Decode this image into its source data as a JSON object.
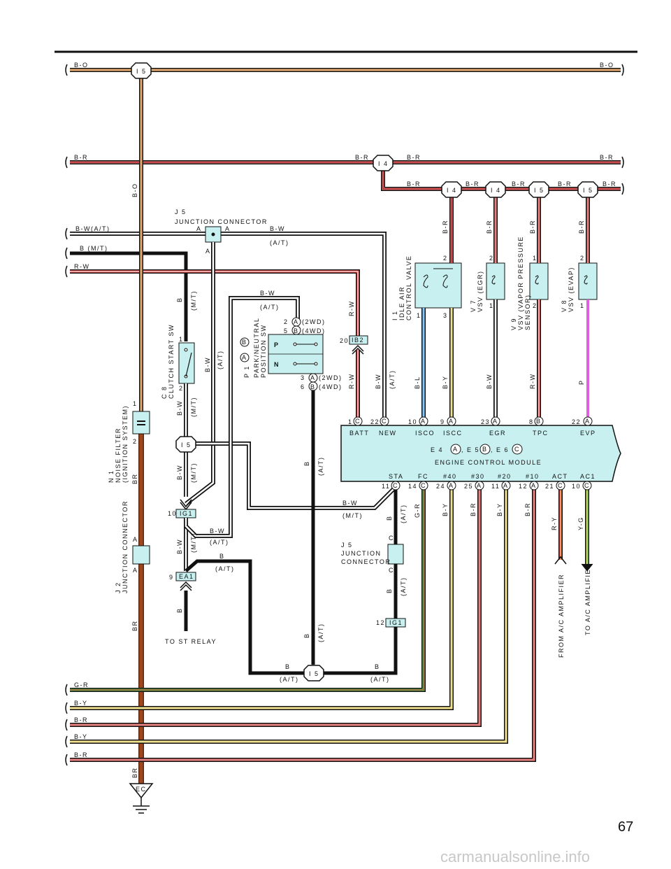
{
  "page_number": "67",
  "watermark": "carmanualsonline.info",
  "bus_wires": {
    "b_o_left": "B-O",
    "b_o_right": "B-O",
    "b_r_left": "B-R",
    "b_r_mid1": "B-R",
    "b_r_mid2": "B-R",
    "b_r_right": "B-R",
    "b_w_at": "B-W(A/T)",
    "b_mt": "B (M/T)",
    "r_w": "R-W",
    "g_r": "G-R",
    "b_y1": "B-Y",
    "b_r2": "B-R",
    "b_y2": "B-Y",
    "b_r3": "B-R"
  },
  "connectors": {
    "i5_top": "I 5",
    "i4_top": "I 4",
    "i4_a": "I 4",
    "i4_b": "I 4",
    "i5_a": "I 5",
    "i5_b": "I 5",
    "i5_left": "I 5",
    "i5_bottom": "I 5",
    "ec": "EC",
    "ig1_a": "IG1",
    "ea1": "EA1",
    "ig1_b": "IG1",
    "ib2": "IB2"
  },
  "components": {
    "j5_top_title": "J 5",
    "j5_top_name": "JUNCTION CONNECTOR",
    "c8_id": "C 8",
    "c8_name": "CLUTCH START SW",
    "n1_id": "N 1",
    "n1_name1": "NOISE FILTER",
    "n1_name2": "(IGNITION SYSTEM)",
    "j2_id": "J 2",
    "j2_name": "JUNCTION CONNECTOR",
    "p1_id": "P 1",
    "p1_name1": "PARK/NEUTRAL",
    "p1_name2": "POSITION SW",
    "p_label": "P",
    "n_label": "N",
    "i1_id": "I 1",
    "i1_name1": "IDLE AIR",
    "i1_name2": "CONTROL VALVE",
    "v7_id": "V 7",
    "v7_name": "VSV (EGR)",
    "v9_id": "V 9",
    "v9_name1": "VSV (VAPOR PRESSURE",
    "v9_name2": "SENSOR)",
    "v8_id": "V 8",
    "v8_name": "VSV (EVAP)",
    "j5_mid_title": "J 5",
    "j5_mid_name1": "JUNCTION",
    "j5_mid_name2": "CONNECTOR",
    "to_st_relay": "TO ST RELAY",
    "from_ac": "FROM A/C AMPLIFIER",
    "to_ac": "TO A/C AMPLIFIER"
  },
  "ecm": {
    "title1": "E 4",
    "title2": ", E 5",
    "title3": ", E 6",
    "circ_a": "A",
    "circ_b": "B",
    "circ_c": "C",
    "name": "ENGINE CONTROL MODULE",
    "top_pins": [
      {
        "num": "1",
        "conn": "C",
        "label": "BATT"
      },
      {
        "num": "22",
        "conn": "C",
        "label": "NEW"
      },
      {
        "num": "10",
        "conn": "A",
        "label": "ISCO"
      },
      {
        "num": "9",
        "conn": "A",
        "label": "ISCC"
      },
      {
        "num": "23",
        "conn": "A",
        "label": "EGR"
      },
      {
        "num": "8",
        "conn": "B",
        "label": "TPC"
      },
      {
        "num": "22",
        "conn": "A",
        "label": "EVP"
      }
    ],
    "bottom_pins": [
      {
        "num": "11",
        "conn": "C",
        "label": "STA"
      },
      {
        "num": "14",
        "conn": "C",
        "label": "FC"
      },
      {
        "num": "24",
        "conn": "A",
        "label": "#40"
      },
      {
        "num": "25",
        "conn": "A",
        "label": "#30"
      },
      {
        "num": "11",
        "conn": "A",
        "label": "#20"
      },
      {
        "num": "12",
        "conn": "A",
        "label": "#10"
      },
      {
        "num": "21",
        "conn": "C",
        "label": "ACT"
      },
      {
        "num": "10",
        "conn": "C",
        "label": "AC1"
      }
    ]
  },
  "wire_labels": {
    "b_o_vert": "B-O",
    "br1": "BR",
    "br2": "BR",
    "br3": "BR",
    "bw_at_top": "B-W",
    "at_top": "(A/T)",
    "bw_p": "B-W",
    "at_p": "(A/T)",
    "rw_vert": "R-W",
    "rw_vert2": "R-W",
    "bw_new": "B-W",
    "at_new": "(A/T)",
    "bl": "B-L",
    "by_iscc": "B-Y",
    "bw_egr": "B-W",
    "rw_tpc": "R-W",
    "p_evp": "P",
    "br_i4a": "B-R",
    "br_i4b": "B-R",
    "br_i5a": "B-R",
    "br_i5b": "B-R",
    "b_mt1": "B",
    "mt1": "(M/T)",
    "bw_c8": "B-W",
    "mt_c8": "(M/T)",
    "bw_a1": "B-W",
    "at_a1": "(A/T)",
    "bw_i5": "B-W",
    "mt_i5": "(M/T)",
    "bw_ig1": "B-W",
    "mt_ig1": "(M/T)",
    "bw_at2": "B-W",
    "at2": "(A/T)",
    "b_ea1": "B",
    "at_ea1": "(A/T)",
    "b_st": "B",
    "b_pn": "B",
    "at_pn": "(A/T)",
    "b_pn2": "B",
    "at_pn2": "(A/T)",
    "b_bot1": "B",
    "at_bot1": "(A/T)",
    "b_bot2": "B",
    "at_bot2": "(A/T)",
    "bw_sta": "B-W",
    "mt_sta": "(M/T)",
    "b_j5a": "B",
    "at_j5a": "(A/T)",
    "b_j5b": "B",
    "at_j5b": "(A/T)",
    "g_r_v": "G-R",
    "b_y_v1": "B-Y",
    "b_r_v1": "B-R",
    "b_y_v2": "B-Y",
    "b_r_v2": "B-R",
    "r_y_v": "R-Y",
    "y_g_v": "Y-G"
  },
  "pins": {
    "j5_a1": "A",
    "j5_a2": "A",
    "j5_a3": "A",
    "c8_1": "1",
    "c8_2": "2",
    "n1_1": "1",
    "n1_2": "2",
    "j2_a1": "A",
    "j2_a2": "A",
    "p1_2": "2",
    "p1_5": "5",
    "p1_3": "3",
    "p1_6": "6",
    "p1_ca": "A",
    "p1_cb": "B",
    "p1_cc": "A",
    "p1_cd": "B",
    "p1_2wd": "(2WD)",
    "p1_4wd": "(4WD)",
    "p1_2wd2": "(2WD)",
    "p1_4wd2": "(4WD)",
    "p1_side_a": "A",
    "p1_side_b": "B",
    "i1_2": "2",
    "i1_1": "1",
    "i1_3": "3",
    "v7_2": "2",
    "v7_1": "1",
    "v9_1": "1",
    "v9_2": "2",
    "v8_2": "2",
    "v8_1": "1",
    "ib2_20": "20",
    "ig1_10": "10",
    "ea1_9": "9",
    "ig1_12": "12",
    "j5m_c1": "C",
    "j5m_c2": "C"
  }
}
